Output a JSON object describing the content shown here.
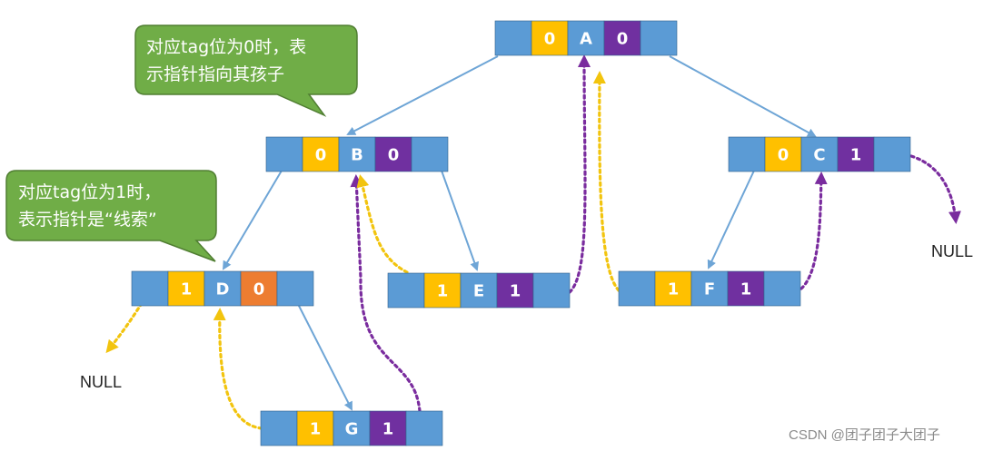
{
  "colors": {
    "pointer_cell": "#5b9bd5",
    "tag_cell": "#ffc000",
    "data_cell": "#5b9bd5",
    "tag_cell_right_a": "#7030a0",
    "tag_cell_right_d": "#ed7d31",
    "callout_fill": "#70ad47",
    "callout_border": "#507e32",
    "child_edge": "#6ea5d6",
    "thread_gold": "#f2c40e",
    "thread_purple": "#7a2c9e"
  },
  "nodes": {
    "A": {
      "ltag": "0",
      "data": "A",
      "rtag": "0"
    },
    "B": {
      "ltag": "0",
      "data": "B",
      "rtag": "0"
    },
    "C": {
      "ltag": "0",
      "data": "C",
      "rtag": "1"
    },
    "D": {
      "ltag": "1",
      "data": "D",
      "rtag": "0"
    },
    "E": {
      "ltag": "1",
      "data": "E",
      "rtag": "1"
    },
    "F": {
      "ltag": "1",
      "data": "F",
      "rtag": "1"
    },
    "G": {
      "ltag": "1",
      "data": "G",
      "rtag": "1"
    }
  },
  "callouts": {
    "tag0": {
      "line1": "对应tag位为0时，表",
      "line2": "示指针指向其孩子"
    },
    "tag1": {
      "line1": "对应tag位为1时，",
      "line2": "表示指针是“线索”"
    }
  },
  "null_labels": {
    "left": "NULL",
    "right": "NULL"
  },
  "watermark": "CSDN @团子团子大团子"
}
